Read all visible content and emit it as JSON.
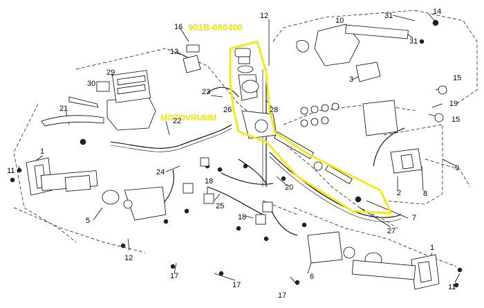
{
  "overlays": {
    "part_number": "901B-080400",
    "watermark": "MOTOVRUMM"
  },
  "callouts": [
    {
      "key": "c1a",
      "text": "1"
    },
    {
      "key": "c1b",
      "text": "1"
    },
    {
      "key": "c2",
      "text": "2"
    },
    {
      "key": "c3",
      "text": "3"
    },
    {
      "key": "c5",
      "text": "5"
    },
    {
      "key": "c6",
      "text": "6"
    },
    {
      "key": "c7",
      "text": "7"
    },
    {
      "key": "c8",
      "text": "8"
    },
    {
      "key": "c9",
      "text": "9"
    },
    {
      "key": "c10",
      "text": "10"
    },
    {
      "key": "c11a",
      "text": "11"
    },
    {
      "key": "c11b",
      "text": "11"
    },
    {
      "key": "c12a",
      "text": "12"
    },
    {
      "key": "c12b",
      "text": "12"
    },
    {
      "key": "c13",
      "text": "13"
    },
    {
      "key": "c14",
      "text": "14"
    },
    {
      "key": "c15a",
      "text": "15"
    },
    {
      "key": "c15b",
      "text": "15"
    },
    {
      "key": "c16",
      "text": "16"
    },
    {
      "key": "c17a",
      "text": "17"
    },
    {
      "key": "c17b",
      "text": "17"
    },
    {
      "key": "c17c",
      "text": "17"
    },
    {
      "key": "c18a",
      "text": "18"
    },
    {
      "key": "c18b",
      "text": "18"
    },
    {
      "key": "c19",
      "text": "19"
    },
    {
      "key": "c20",
      "text": "20"
    },
    {
      "key": "c21",
      "text": "21"
    },
    {
      "key": "c22",
      "text": "22"
    },
    {
      "key": "c23",
      "text": "23"
    },
    {
      "key": "c24",
      "text": "24"
    },
    {
      "key": "c25",
      "text": "25"
    },
    {
      "key": "c26",
      "text": "26"
    },
    {
      "key": "c27",
      "text": "27"
    },
    {
      "key": "c28",
      "text": "28"
    },
    {
      "key": "c29",
      "text": "29"
    },
    {
      "key": "c30",
      "text": "30"
    },
    {
      "key": "c31a",
      "text": "31"
    },
    {
      "key": "c31b",
      "text": "31"
    }
  ]
}
